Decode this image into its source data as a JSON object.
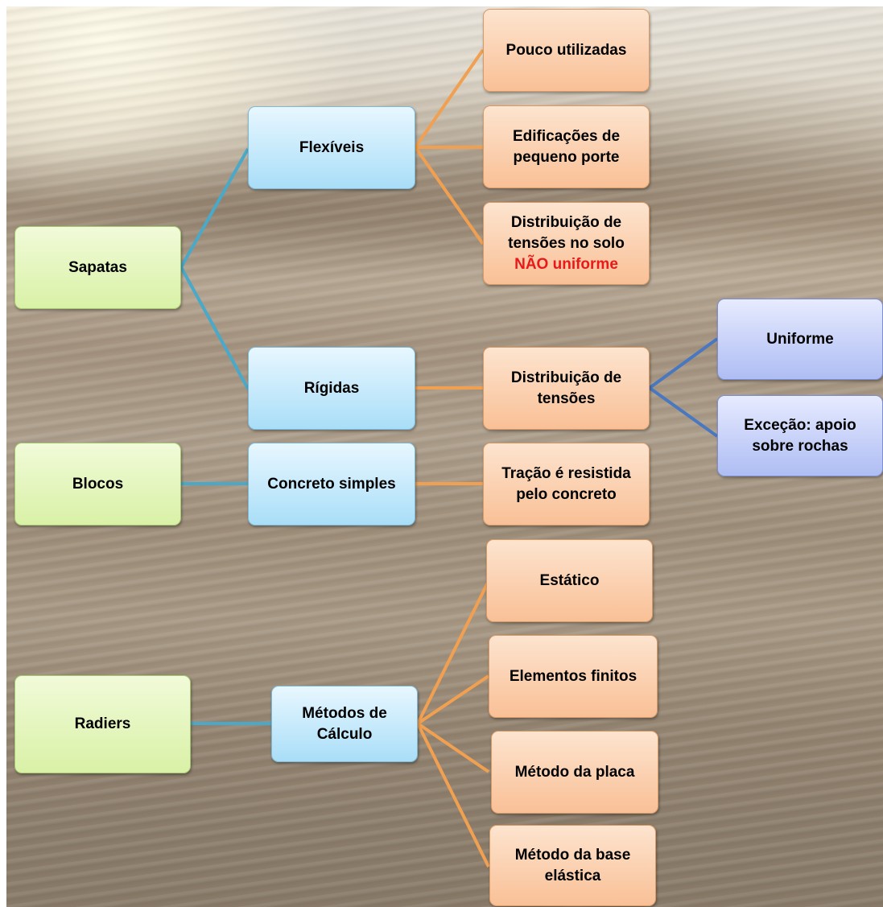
{
  "colors": {
    "link_blue": "#4aa8c8",
    "link_orange": "#f0a050",
    "link_purple": "#4a78c0",
    "highlight_red": "#e81919"
  },
  "nodes": {
    "sapatas": "Sapatas",
    "flexiveis": "Flexíveis",
    "pouco_utilizadas": "Pouco utilizadas",
    "edificacoes": [
      "Edificações de",
      "pequeno porte"
    ],
    "distrib_nao_uniforme": [
      "Distribuição de",
      "tensões no solo",
      "NÃO uniforme"
    ],
    "rigidas": "Rígidas",
    "distrib_tensoes": [
      "Distribuição de",
      "tensões"
    ],
    "uniforme": "Uniforme",
    "excecao": [
      "Exceção: apoio",
      "sobre rochas"
    ],
    "blocos": "Blocos",
    "concreto_simples": "Concreto simples",
    "tracao": [
      "Tração é resistida",
      "pelo concreto"
    ],
    "radiers": "Radiers",
    "metodos_calculo": [
      "Métodos de",
      "Cálculo"
    ],
    "estatico": "Estático",
    "elementos_finitos": "Elementos finitos",
    "metodo_placa": "Método da placa",
    "metodo_base": [
      "Método da base",
      "elástica"
    ]
  }
}
